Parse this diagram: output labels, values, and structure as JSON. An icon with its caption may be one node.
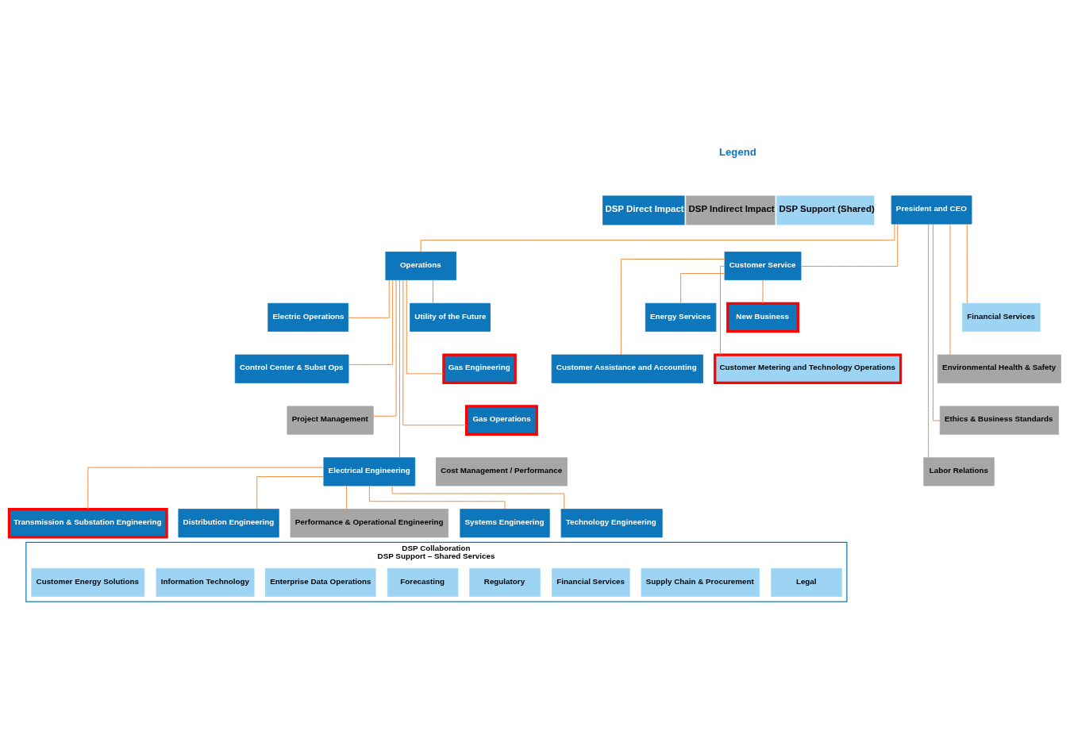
{
  "diagram": {
    "nodes": [
      {
        "text": [
          "President and CEO"
        ]
      },
      {
        "text": [
          "Operations"
        ]
      },
      {
        "text": [
          "Customer Service"
        ]
      },
      {
        "text": [
          "Utility of the Future"
        ]
      },
      {
        "text": [
          "Electric Operations"
        ]
      },
      {
        "text": [
          "Gas Engineering"
        ]
      },
      {
        "text": [
          "Control Center & Subst Ops"
        ]
      },
      {
        "text": [
          "Gas Operations"
        ]
      },
      {
        "text": [
          "Project Management"
        ]
      },
      {
        "text": [
          "Cost Management / Performance"
        ]
      },
      {
        "text": [
          "Electrical Engineering"
        ]
      },
      {
        "text": [
          "Transmission & Substation Engineering"
        ]
      },
      {
        "text": [
          "Distribution Engineering"
        ]
      },
      {
        "text": [
          "Performance & Operational Engineering"
        ]
      },
      {
        "text": [
          "Systems Engineering"
        ]
      },
      {
        "text": [
          "Technology Engineering"
        ]
      },
      {
        "text": [
          "Financial Services"
        ]
      },
      {
        "text": [
          "Environmental Health & Safety"
        ]
      },
      {
        "text": [
          "Ethics & Business Standards"
        ]
      },
      {
        "text": [
          "Labor Relations"
        ]
      },
      {
        "text": [
          "Energy Services"
        ]
      },
      {
        "text": [
          "New Business"
        ]
      },
      {
        "text": [
          "Customer Assistance and Accounting"
        ]
      },
      {
        "text": [
          "Customer Metering and Technology Operations"
        ]
      },
      {
        "text": [
          "DSP Collaboration",
          "DSP Support – Shared Services"
        ]
      },
      {
        "text": [
          "Customer Energy Solutions"
        ],
        "in": 24
      },
      {
        "text": [
          "Information Technology"
        ],
        "in": 24
      },
      {
        "text": [
          "Enterprise Data Operations"
        ],
        "in": 24
      },
      {
        "text": [
          "Forecasting"
        ],
        "in": 24
      },
      {
        "text": [
          "Regulatory"
        ],
        "in": 24
      },
      {
        "text": [
          "Financial Services"
        ],
        "in": 24
      },
      {
        "text": [
          "Supply Chain & Procurement"
        ],
        "in": 24
      },
      {
        "text": [
          "Legal"
        ],
        "in": 24
      }
    ],
    "edges": [
      {
        "from": 0,
        "to": 1,
        "arrow": "none"
      },
      {
        "from": 0,
        "to": 2,
        "arrow": "none"
      },
      {
        "from": 0,
        "to": 16,
        "arrow": "none"
      },
      {
        "from": 0,
        "to": 17,
        "arrow": "none"
      },
      {
        "from": 0,
        "to": 18,
        "arrow": "none"
      },
      {
        "from": 0,
        "to": 19,
        "arrow": "none"
      },
      {
        "from": 1,
        "to": 3,
        "arrow": "none"
      },
      {
        "from": 1,
        "to": 4,
        "arrow": "none"
      },
      {
        "from": 1,
        "to": 5,
        "arrow": "none"
      },
      {
        "from": 1,
        "to": 6,
        "arrow": "none"
      },
      {
        "from": 1,
        "to": 7,
        "arrow": "none"
      },
      {
        "from": 1,
        "to": 8,
        "arrow": "none"
      },
      {
        "from": 1,
        "to": 10,
        "arrow": "none"
      },
      {
        "from": 10,
        "to": 11,
        "arrow": "none"
      },
      {
        "from": 10,
        "to": 12,
        "arrow": "none"
      },
      {
        "from": 10,
        "to": 13,
        "arrow": "none"
      },
      {
        "from": 10,
        "to": 14,
        "arrow": "none"
      },
      {
        "from": 10,
        "to": 15,
        "arrow": "none"
      },
      {
        "from": 2,
        "to": 20,
        "arrow": "none"
      },
      {
        "from": 2,
        "to": 21,
        "arrow": "none"
      },
      {
        "from": 2,
        "to": 22,
        "arrow": "none"
      },
      {
        "from": 2,
        "to": 23,
        "arrow": "none"
      }
    ],
    "labels": [
      "Legend"
    ],
    "legend": [
      {
        "text": "DSP Direct Impact",
        "color": "#0e76bb"
      },
      {
        "text": "DSP Indirect Impact",
        "color": "#a6a6a6"
      },
      {
        "text": "DSP Support (Shared)",
        "color": "#9dd4f3"
      }
    ]
  }
}
